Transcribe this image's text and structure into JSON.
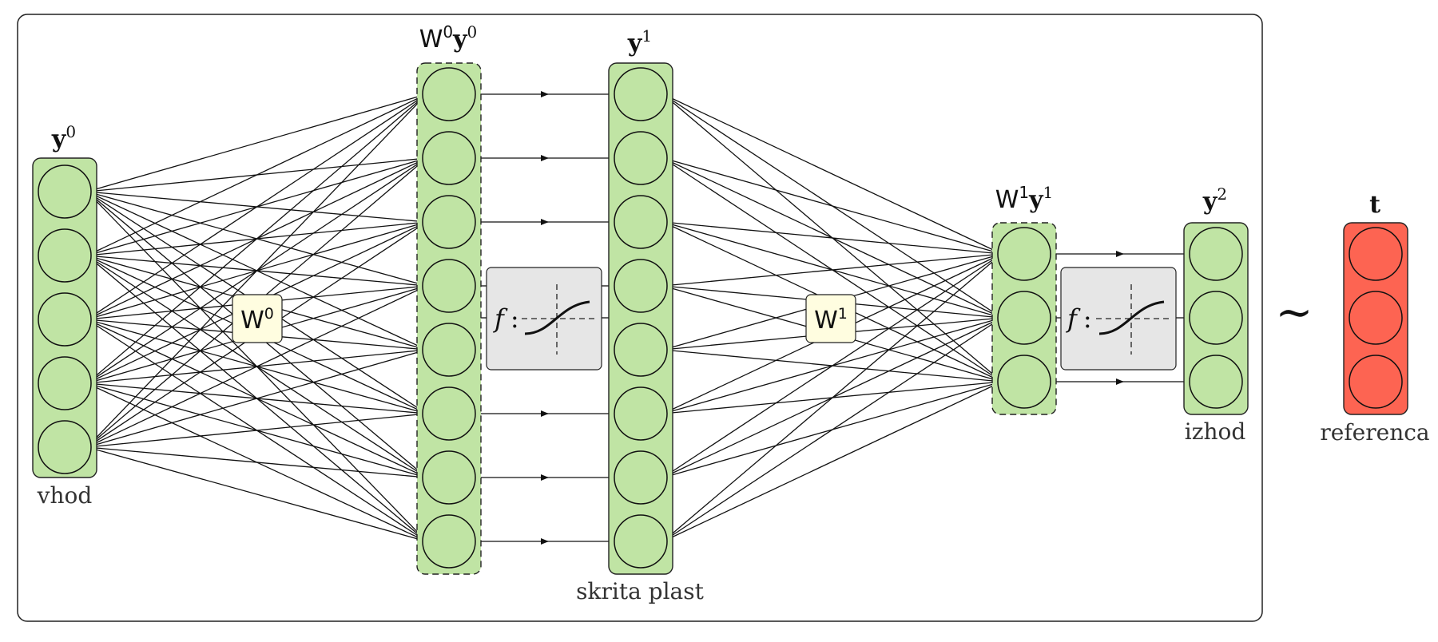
{
  "layers": {
    "input": {
      "label": "vhod",
      "var": "y",
      "sup": "0",
      "nodes": 5
    },
    "pre0": {
      "sup_w": "0",
      "sup_y": "0",
      "nodes": 8
    },
    "hidden": {
      "label": "skrita plast",
      "var": "y",
      "sup": "1",
      "nodes": 8
    },
    "pre1": {
      "sup_w": "1",
      "sup_y": "1",
      "nodes": 3
    },
    "output": {
      "label": "izhod",
      "var": "y",
      "sup": "2",
      "nodes": 3
    },
    "target": {
      "label": "referenca",
      "var": "t",
      "nodes": 3
    }
  },
  "weights": [
    {
      "name": "W",
      "sup": "0"
    },
    {
      "name": "W",
      "sup": "1"
    }
  ],
  "activation": {
    "symbol": "f",
    "colon": ":"
  },
  "approx_symbol": "∼",
  "colors": {
    "node_fill": "#c0e4a4",
    "layer_fill": "#c0e4a4",
    "target_fill": "#fd6452",
    "weight_fill": "#fffde0",
    "act_fill": "#e6e6e6",
    "stroke": "#1a1a1a"
  }
}
